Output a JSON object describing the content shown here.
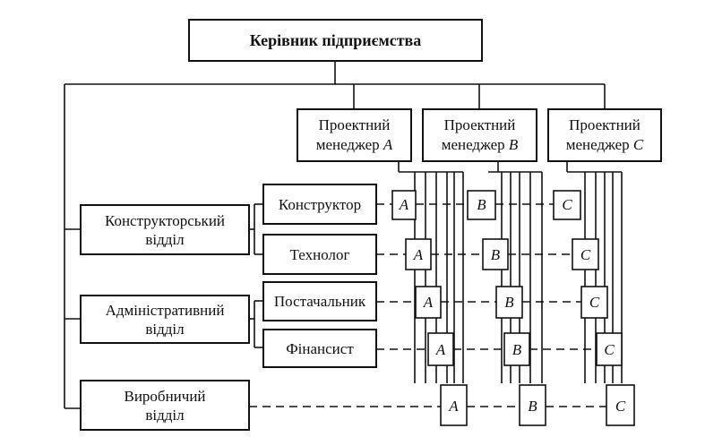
{
  "top": {
    "label": "Керівник підприємства"
  },
  "managers": [
    {
      "line1": "Проектний",
      "line2": "менеджер",
      "letter": "A"
    },
    {
      "line1": "Проектний",
      "line2": "менеджер",
      "letter": "B"
    },
    {
      "line1": "Проектний",
      "line2": "менеджер",
      "letter": "C"
    }
  ],
  "departments": [
    {
      "line1": "Конструкторський",
      "line2": "відділ"
    },
    {
      "line1": "Адміністративний",
      "line2": "відділ"
    },
    {
      "line1": "Виробничий",
      "line2": "відділ"
    }
  ],
  "roles": [
    {
      "label": "Конструктор"
    },
    {
      "label": "Технолог"
    },
    {
      "label": "Постачальник"
    },
    {
      "label": "Фінансист"
    }
  ],
  "project_letters": [
    "A",
    "B",
    "C"
  ]
}
